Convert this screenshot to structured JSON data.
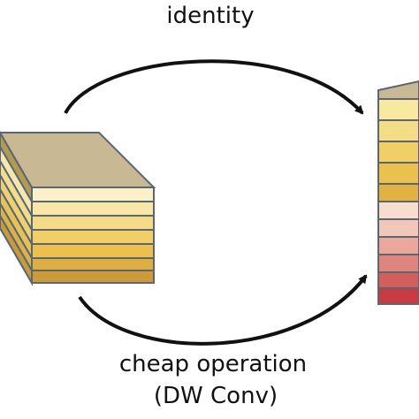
{
  "labels": {
    "top_arrow": "identity",
    "bottom_arrow_line1": "cheap operation",
    "bottom_arrow_line2": "(DW Conv)"
  },
  "colors": {
    "cube_top": "#c8b893",
    "cube_side": "#b19a55",
    "outline": "#5a6770",
    "arrow": "#111111",
    "input_layers": [
      "#fbf1c9",
      "#f8e7a8",
      "#f5db86",
      "#f2cf66",
      "#ecc04f",
      "#dfae43",
      "#cc9a38"
    ],
    "output_layers_identity": [
      "#f7eaa0",
      "#f3de87",
      "#efcf66",
      "#e9c14c",
      "#e1b142"
    ],
    "output_layers_cheap": [
      "#f7ddd0",
      "#f2c6b8",
      "#eaa89c",
      "#df8580",
      "#d25e5e",
      "#c93a42"
    ]
  }
}
